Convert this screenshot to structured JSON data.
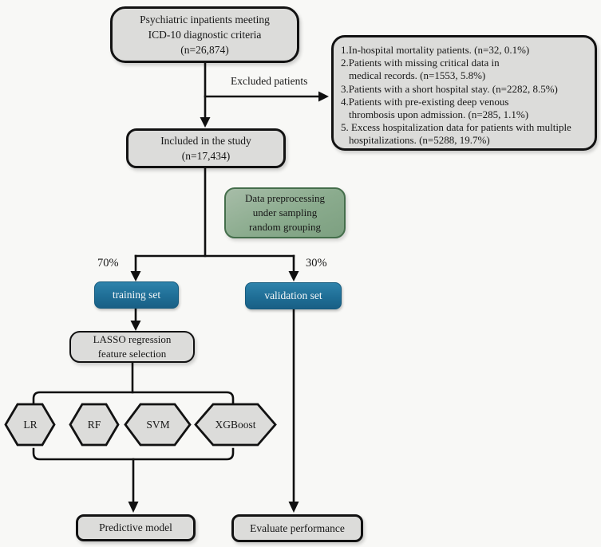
{
  "title": "Study flow diagram",
  "palette": {
    "background": "#f8f8f6",
    "box_gray_fill": "#dcdcda",
    "box_border": "#121212",
    "green_fill": "#8aab8d",
    "green_border": "#446e4b",
    "blue_fill": "#1f6e96",
    "blue_text": "#f4f7f8",
    "line_color": "#101010"
  },
  "nodes": {
    "top": {
      "line1": "Psychiatric inpatients meeting",
      "line2": "ICD-10 diagnostic criteria",
      "line3": "(n=26,874)"
    },
    "included": {
      "line1": "Included in the study",
      "line2": "(n=17,434)"
    },
    "preprocessing": {
      "line1": "Data preprocessing",
      "line2": "under sampling",
      "line3": "random grouping"
    },
    "training": {
      "label": "training set"
    },
    "validation": {
      "label": "validation set"
    },
    "lasso": {
      "line1": "LASSO regression",
      "line2": "feature selection"
    },
    "models": {
      "lr": "LR",
      "rf": "RF",
      "svm": "SVM",
      "xgboost": "XGBoost"
    },
    "predictive": {
      "label": "Predictive model"
    },
    "evaluate": {
      "label": "Evaluate performance"
    }
  },
  "exclusion": {
    "lines": [
      {
        "text": "1.In-hospital mortality patients. (n=32, 0.1%)"
      },
      {
        "text": "2.Patients with missing critical data in"
      },
      {
        "text": "medical records. (n=1553, 5.8%)"
      },
      {
        "text": "3.Patients with a short hospital stay. (n=2282, 8.5%)"
      },
      {
        "text": "4.Patients with pre-existing deep venous"
      },
      {
        "text": "thrombosis upon admission. (n=285, 1.1%)"
      },
      {
        "text": "5. Excess hospitalization data for patients with multiple"
      },
      {
        "text": "hospitalizations. (n=5288, 19.7%)"
      }
    ]
  },
  "labels": {
    "excluded_branch": "Excluded patients",
    "split_left": "70%",
    "split_right": "30%"
  }
}
